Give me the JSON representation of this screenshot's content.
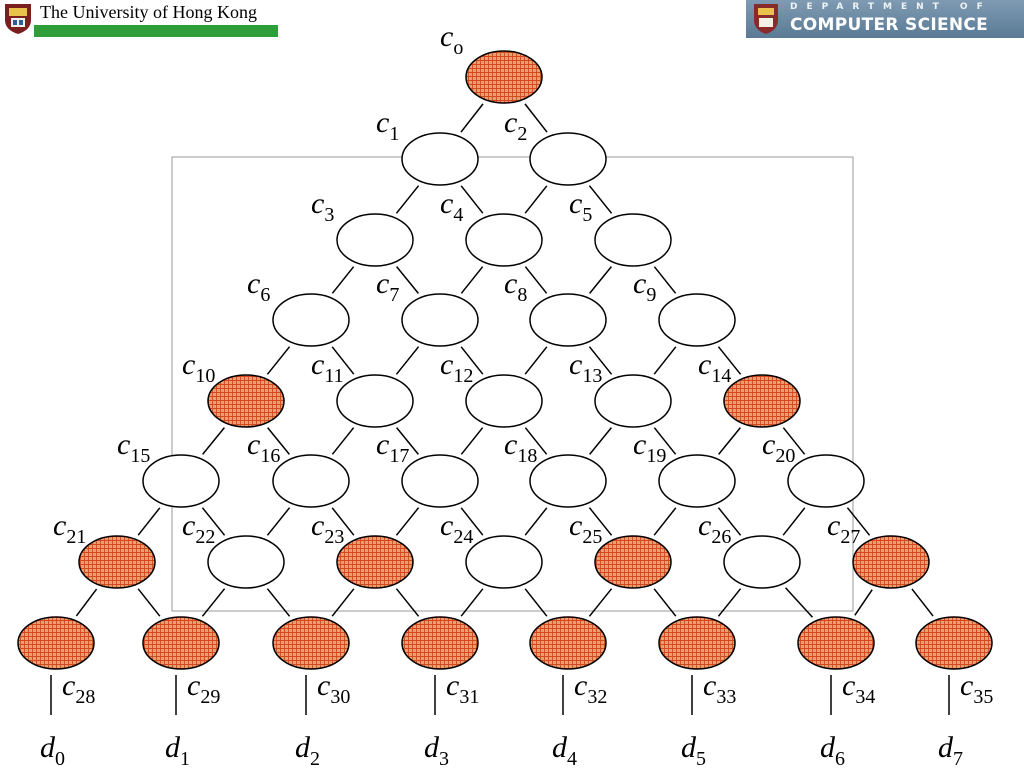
{
  "header": {
    "left_logo_text": "The University of Hong Kong",
    "right_logo_top": "DEPARTMENT OF",
    "right_logo_main": "COMPUTER SCIENCE"
  },
  "colors": {
    "hatched_fill": "#e8a070",
    "hatch_line": "#d04a20",
    "hku_green": "#2e9e3a",
    "dept_blue": "#6a879f"
  },
  "icons": [
    "hku-crest-icon",
    "dept-crest-icon"
  ],
  "nodes": [
    {
      "label": "c",
      "sub": "o",
      "hatched": true
    },
    {
      "label": "c",
      "sub": "1",
      "hatched": false
    },
    {
      "label": "c",
      "sub": "2",
      "hatched": false
    },
    {
      "label": "c",
      "sub": "3",
      "hatched": false
    },
    {
      "label": "c",
      "sub": "4",
      "hatched": false
    },
    {
      "label": "c",
      "sub": "5",
      "hatched": false
    },
    {
      "label": "c",
      "sub": "6",
      "hatched": false
    },
    {
      "label": "c",
      "sub": "7",
      "hatched": false
    },
    {
      "label": "c",
      "sub": "8",
      "hatched": false
    },
    {
      "label": "c",
      "sub": "9",
      "hatched": false
    },
    {
      "label": "c",
      "sub": "10",
      "hatched": true
    },
    {
      "label": "c",
      "sub": "11",
      "hatched": false
    },
    {
      "label": "c",
      "sub": "12",
      "hatched": false
    },
    {
      "label": "c",
      "sub": "13",
      "hatched": false
    },
    {
      "label": "c",
      "sub": "14",
      "hatched": true
    },
    {
      "label": "c",
      "sub": "15",
      "hatched": false
    },
    {
      "label": "c",
      "sub": "16",
      "hatched": false
    },
    {
      "label": "c",
      "sub": "17",
      "hatched": false
    },
    {
      "label": "c",
      "sub": "18",
      "hatched": false
    },
    {
      "label": "c",
      "sub": "19",
      "hatched": false
    },
    {
      "label": "c",
      "sub": "20",
      "hatched": false
    },
    {
      "label": "c",
      "sub": "21",
      "hatched": true
    },
    {
      "label": "c",
      "sub": "22",
      "hatched": false
    },
    {
      "label": "c",
      "sub": "23",
      "hatched": true
    },
    {
      "label": "c",
      "sub": "24",
      "hatched": false
    },
    {
      "label": "c",
      "sub": "25",
      "hatched": true
    },
    {
      "label": "c",
      "sub": "26",
      "hatched": false
    },
    {
      "label": "c",
      "sub": "27",
      "hatched": true
    },
    {
      "label": "c",
      "sub": "28",
      "hatched": true
    },
    {
      "label": "c",
      "sub": "29",
      "hatched": true
    },
    {
      "label": "c",
      "sub": "30",
      "hatched": true
    },
    {
      "label": "c",
      "sub": "31",
      "hatched": true
    },
    {
      "label": "c",
      "sub": "32",
      "hatched": true
    },
    {
      "label": "c",
      "sub": "33",
      "hatched": true
    },
    {
      "label": "c",
      "sub": "34",
      "hatched": true
    },
    {
      "label": "c",
      "sub": "35",
      "hatched": true
    }
  ],
  "leaves": [
    {
      "label": "d",
      "sub": "0"
    },
    {
      "label": "d",
      "sub": "1"
    },
    {
      "label": "d",
      "sub": "2"
    },
    {
      "label": "d",
      "sub": "3"
    },
    {
      "label": "d",
      "sub": "4"
    },
    {
      "label": "d",
      "sub": "5"
    },
    {
      "label": "d",
      "sub": "6"
    },
    {
      "label": "d",
      "sub": "7"
    }
  ]
}
